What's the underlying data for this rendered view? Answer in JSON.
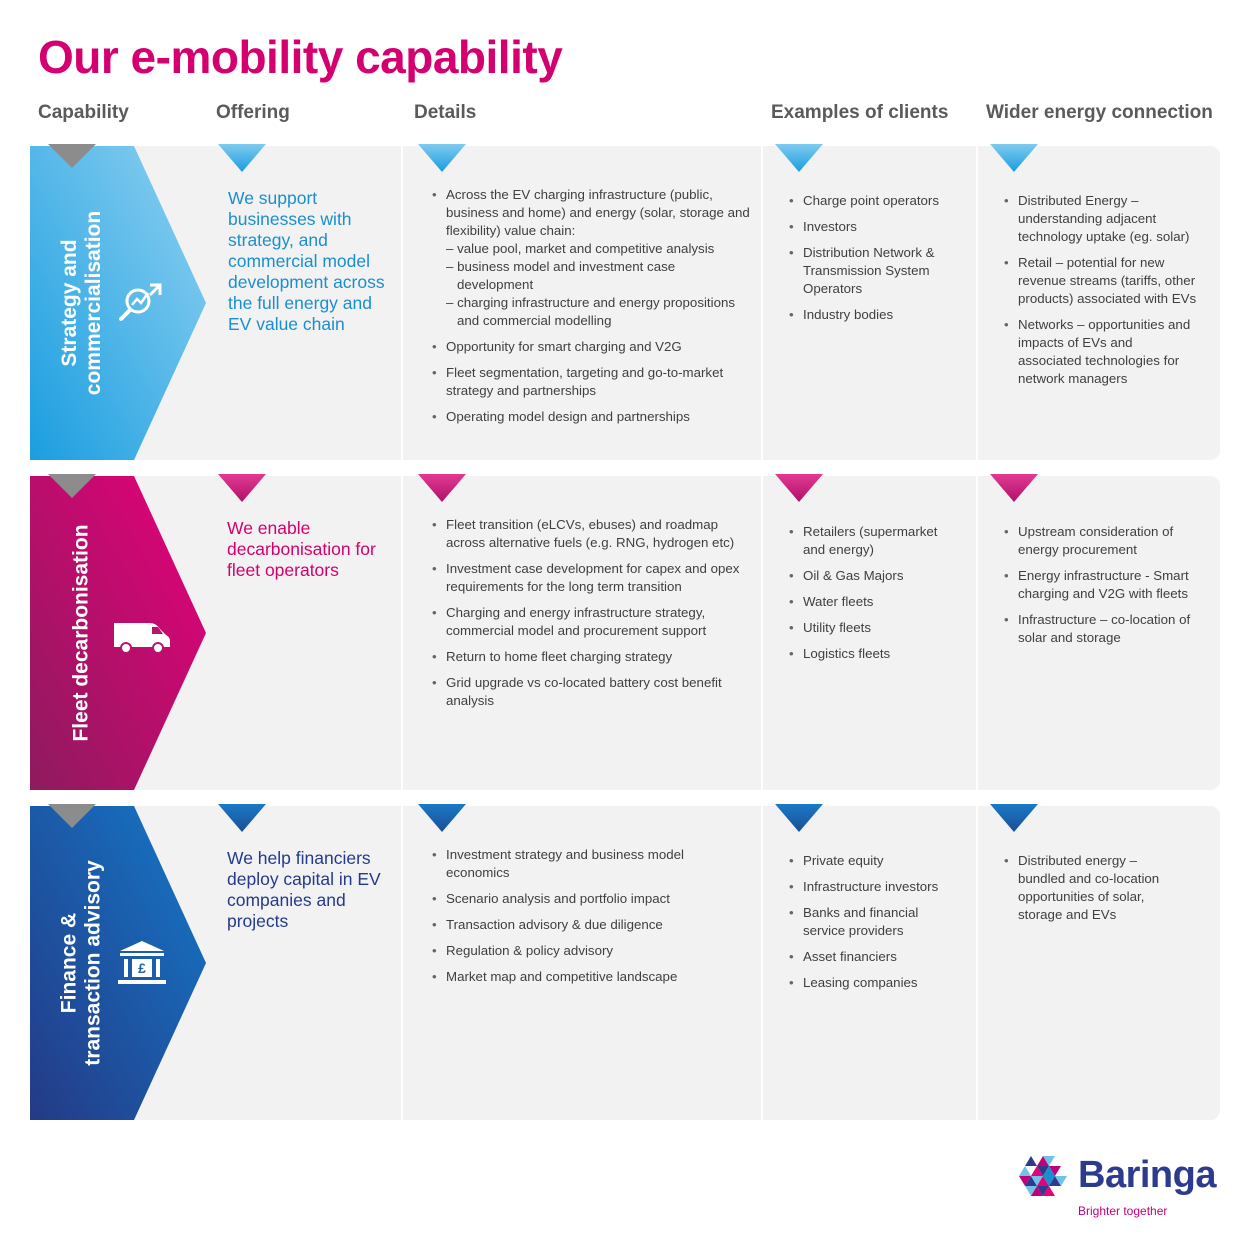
{
  "title": "Our e-mobility capability",
  "columns": [
    "Capability",
    "Offering",
    "Details",
    "Examples of clients",
    "Wider energy connection"
  ],
  "rows": [
    {
      "capability": "Strategy and commercialisation",
      "capability_lines": [
        "Strategy and",
        "commercialisation"
      ],
      "icon": "growth-magnifier-icon",
      "offering": "We support businesses with strategy, and commercial model development across the full energy and EV value chain",
      "details": [
        {
          "text": "Across the EV charging infrastructure (public, business and home) and energy (solar, storage and flexibility) value chain:",
          "sub": [
            "– value pool, market and competitive analysis",
            "– business model and investment case development",
            "– charging infrastructure and energy propositions and commercial modelling"
          ]
        },
        {
          "text": "Opportunity for smart charging and V2G"
        },
        {
          "text": "Fleet segmentation, targeting and go-to-market strategy and partnerships"
        },
        {
          "text": "Operating model design and partnerships"
        }
      ],
      "clients": [
        "Charge point operators",
        "Investors",
        "Distribution Network & Transmission System Operators",
        "Industry bodies"
      ],
      "wider": [
        "Distributed Energy – understanding adjacent technology uptake (eg. solar)",
        "Retail – potential for new revenue streams (tariffs, other products) associated with EVs",
        "Networks – opportunities and impacts of EVs and associated technologies for network managers"
      ]
    },
    {
      "capability": "Fleet decarbonisation",
      "capability_lines": [
        "Fleet decarbonisation"
      ],
      "icon": "van-icon",
      "offering": "We enable decarbonisation for fleet operators",
      "details": [
        {
          "text": "Fleet transition (eLCVs, ebuses) and roadmap across alternative fuels (e.g. RNG, hydrogen etc)"
        },
        {
          "text": "Investment case development for capex and opex requirements for the long term transition"
        },
        {
          "text": "Charging and energy infrastructure strategy, commercial model and procurement support"
        },
        {
          "text": "Return to home fleet charging strategy"
        },
        {
          "text": "Grid upgrade vs co-located battery cost benefit analysis"
        }
      ],
      "clients": [
        "Retailers (supermarket and energy)",
        "Oil & Gas Majors",
        "Water fleets",
        "Utility fleets",
        "Logistics fleets"
      ],
      "wider": [
        "Upstream consideration of energy procurement",
        "Energy infrastructure - Smart charging and V2G with fleets",
        "Infrastructure – co-location of solar and storage"
      ]
    },
    {
      "capability": "Finance & transaction advisory",
      "capability_lines": [
        "Finance &",
        "transaction advisory"
      ],
      "icon": "bank-pound-icon",
      "offering": "We help financiers deploy capital in EV companies and projects",
      "details": [
        {
          "text": "Investment strategy and business model economics"
        },
        {
          "text": "Scenario analysis and portfolio impact"
        },
        {
          "text": "Transaction advisory & due diligence"
        },
        {
          "text": "Regulation & policy advisory"
        },
        {
          "text": "Market map and competitive landscape"
        }
      ],
      "clients": [
        "Private equity",
        "Infrastructure investors",
        "Banks and financial service providers",
        "Asset financiers",
        "Leasing companies"
      ],
      "wider": [
        "Distributed energy – bundled and co-location opportunities of solar, storage and EVs"
      ]
    }
  ],
  "colors": {
    "title": "#d4006f",
    "row1": "#2aa7e0",
    "row2": "#d6006f",
    "row3": "#1f5fa8",
    "row1_text": "#1a8fd0",
    "row2_text": "#d4006f",
    "row3_text": "#243a8f"
  },
  "logo": {
    "name": "Baringa",
    "tagline": "Brighter together"
  }
}
